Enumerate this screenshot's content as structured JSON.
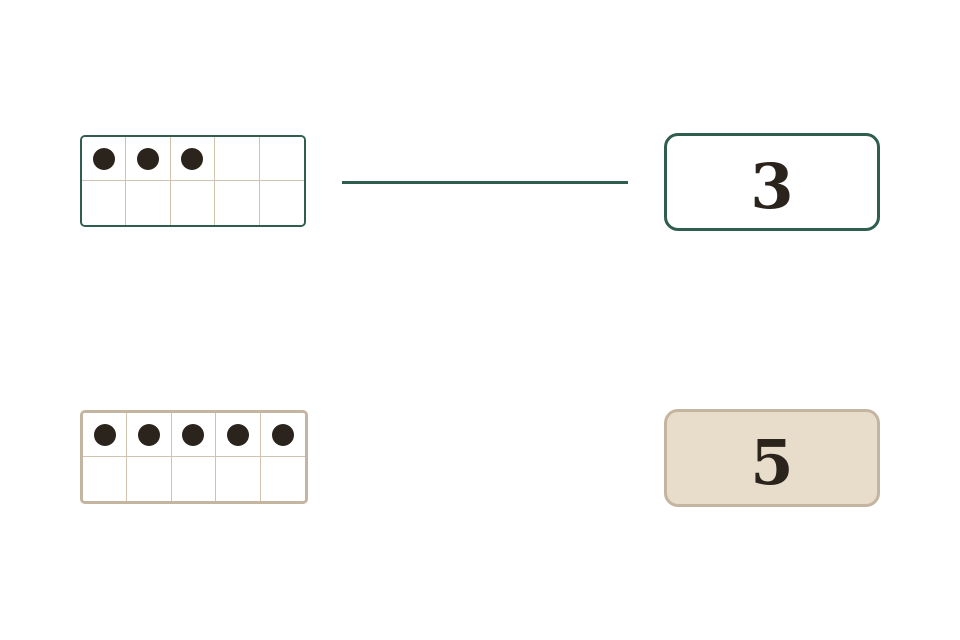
{
  "pairs": [
    {
      "frame": {
        "filled_count": 3,
        "total_cells": 10,
        "state": "selected"
      },
      "card": {
        "number": "3",
        "state": "selected"
      },
      "matched": true
    },
    {
      "frame": {
        "filled_count": 5,
        "total_cells": 10,
        "state": "unselected"
      },
      "card": {
        "number": "5",
        "state": "unselected"
      },
      "matched": false
    }
  ],
  "colors": {
    "match_accent": "#2f5d50",
    "neutral_border": "#c4b5a0",
    "card_fill": "#e8dccb",
    "counter": "#2a241c"
  }
}
